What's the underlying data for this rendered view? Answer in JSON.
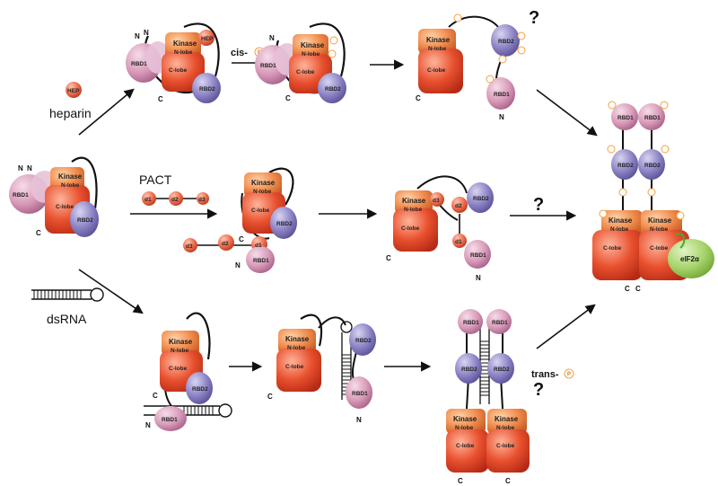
{
  "labels": {
    "kinase": "Kinase",
    "nlobe": "N-lobe",
    "clobe": "C-lobe",
    "rbd1": "RBD1",
    "rbd2": "RBD2",
    "n_term": "N",
    "c_term": "C",
    "hep": "HEP",
    "p": "P",
    "d1": "d1",
    "d2": "d2",
    "d3": "d3",
    "eif": "eIF2α"
  },
  "conditions": {
    "heparin": "heparin",
    "pact": "PACT",
    "dsrna": "dsRNA"
  },
  "actions": {
    "cis": "cis-",
    "trans": "trans-"
  },
  "question_mark": "?",
  "colors": {
    "kinase": "#f08a4b",
    "clobe": "#e8502e",
    "rbd1": "#d89ab8",
    "rbd2": "#8a82c4",
    "domain": "#ec6a4a",
    "eif": "#a6d36a",
    "phospho": "#f4a040"
  }
}
